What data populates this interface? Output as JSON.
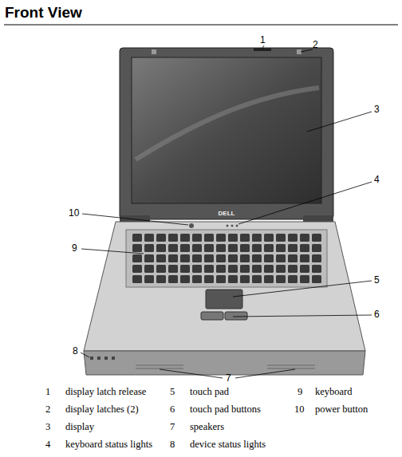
{
  "diagram": {
    "title": "Front View",
    "labels": [
      "1",
      "2",
      "3",
      "4",
      "10",
      "9",
      "DELL",
      "5",
      "6",
      "8",
      "7",
      "1",
      "display latch release",
      "5",
      "touch pad",
      "9",
      "keyboard",
      "2",
      "display latches (2)",
      "6",
      "touch pad buttons",
      "10",
      "power button",
      "3",
      "display",
      "7",
      "speakers",
      "4",
      "keyboard status lights",
      "8",
      "device status lights"
    ]
  }
}
